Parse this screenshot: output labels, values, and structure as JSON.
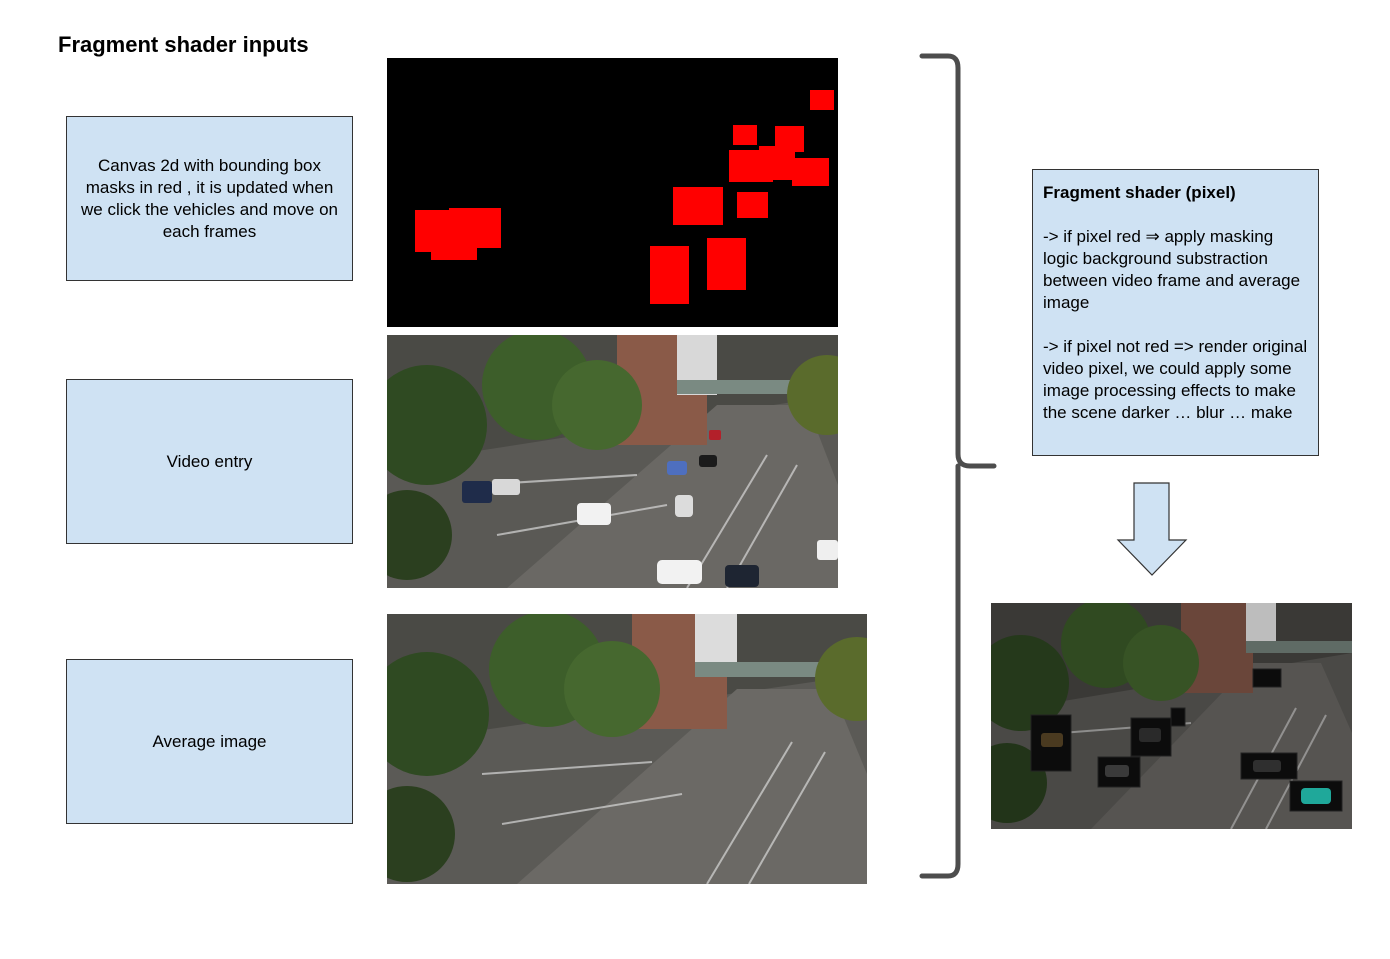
{
  "title": "Fragment shader inputs",
  "boxes": {
    "canvas": "Canvas 2d with bounding box masks in red , it is updated when we click the vehicles and move on each frames",
    "video": "Video entry",
    "average": "Average image"
  },
  "shader": {
    "heading": "Fragment shader (pixel)",
    "para1": "-> if pixel red ⇒ apply masking logic background substraction between video frame and average image",
    "para2": "-> if pixel not red => render original video pixel, we could apply some image processing effects to make the scene darker … blur … make"
  },
  "colors": {
    "box_fill": "#cfe2f3",
    "mask_red": "#ff0000",
    "brace": "#4d4d4d"
  }
}
